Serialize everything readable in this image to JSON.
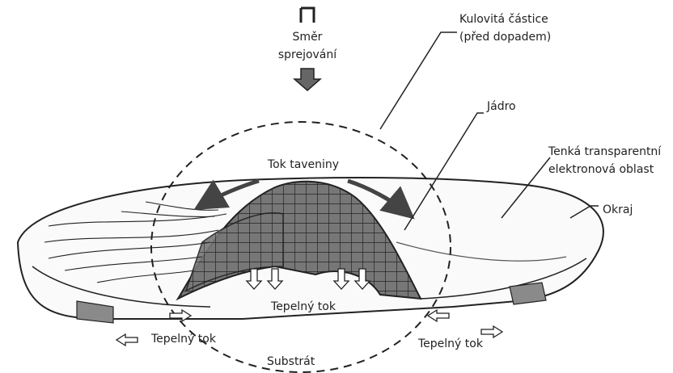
{
  "labels": {
    "spray_direction_line1": "Směr",
    "spray_direction_line2": "sprejování",
    "particle_line1": "Kulovitá částice",
    "particle_line2": "(před dopadem)",
    "core": "Jádro",
    "melt_flow": "Tok taveniny",
    "thin_region_line1": "Tenká transparentní",
    "thin_region_line2": "elektronová oblast",
    "rim": "Okraj",
    "heat_flow_center": "Tepelný tok",
    "heat_flow_left": "Tepelný tok",
    "heat_flow_right": "Tepelný tok",
    "substrate": "Substrát"
  },
  "colors": {
    "line": "#222222",
    "core_shading": "#6e6e6e",
    "rim_shading": "#8a8a8a",
    "arrow_fill": "#555555"
  }
}
